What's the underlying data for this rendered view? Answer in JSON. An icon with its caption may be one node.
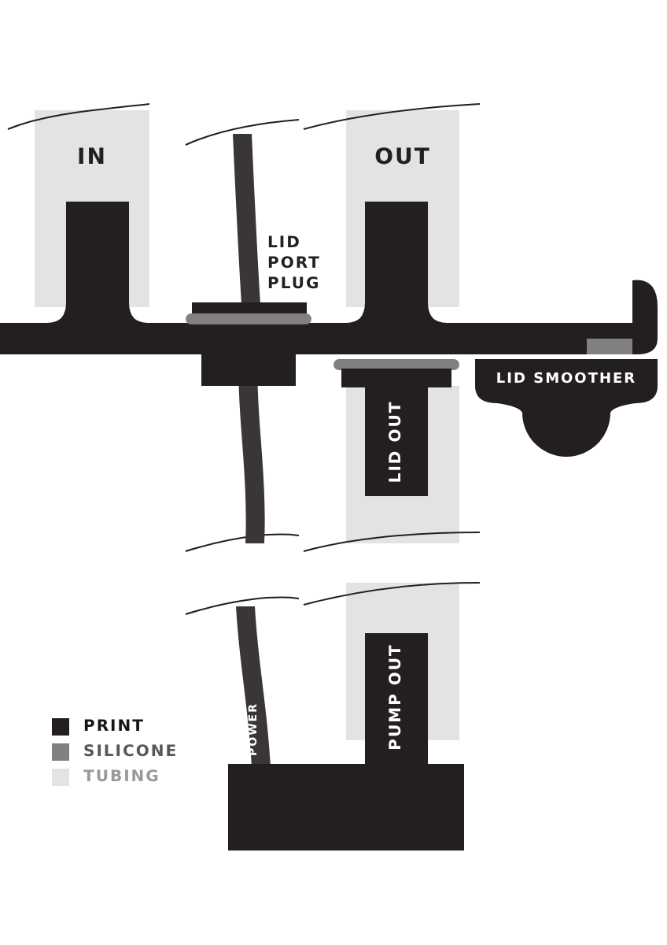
{
  "diagram": {
    "nodes": [
      {
        "text": [
          "IN"
        ]
      },
      {
        "text": [
          "OUT"
        ]
      },
      {
        "text": [
          "LID SMOOTHER"
        ]
      },
      {
        "text": [
          "LID OUT"
        ]
      },
      {
        "text": [
          "PUMP OUT"
        ]
      },
      {
        "text": [
          "POWER"
        ]
      }
    ],
    "labels": [
      "LID PORT PLUG"
    ],
    "legend": [
      {
        "text": "PRINT",
        "color": "#231f20"
      },
      {
        "text": "SILICONE",
        "color": "#808080"
      },
      {
        "text": "TUBING",
        "color": "#e3e3e3"
      }
    ]
  }
}
